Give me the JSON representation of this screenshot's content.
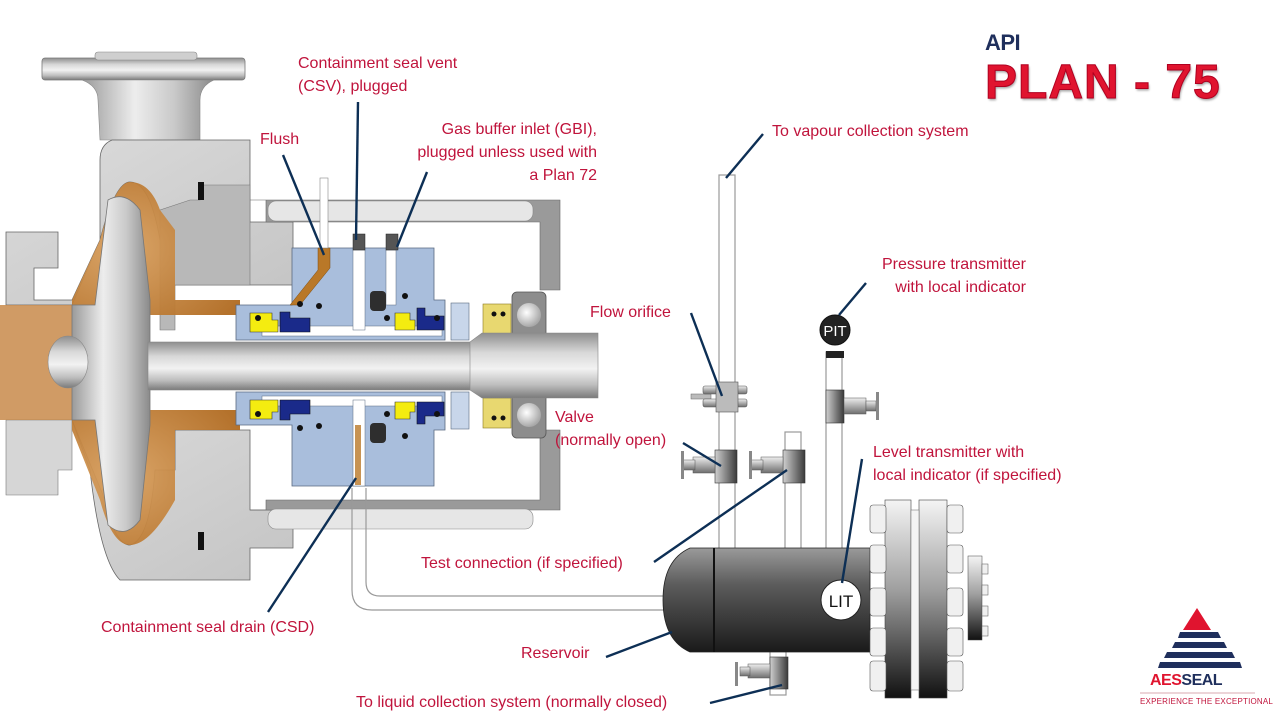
{
  "title": {
    "prefix": "API",
    "plan": "PLAN - 75"
  },
  "labels": {
    "csv_line1": "Containment seal vent",
    "csv_line2": "(CSV), plugged",
    "flush": "Flush",
    "gbi_line1": "Gas buffer inlet (GBI),",
    "gbi_line2": "plugged unless used with",
    "gbi_line3": "a Plan 72",
    "vapour": "To vapour collection system",
    "pit_line1": "Pressure transmitter",
    "pit_line2": "with local indicator",
    "flow_orifice": "Flow orifice",
    "valve_line1": "Valve",
    "valve_line2": "(normally open)",
    "lit_line1": "Level transmitter with",
    "lit_line2": "local indicator (if specified)",
    "test_connection": "Test connection (if specified)",
    "csd": "Containment seal drain (CSD)",
    "reservoir": "Reservoir",
    "liquid": "To liquid collection system (normally closed)"
  },
  "instruments": {
    "pit": "PIT",
    "lit": "LIT"
  },
  "logo": {
    "brand_part1": "AES",
    "brand_part2": "SEAL",
    "tagline": "EXPERIENCE THE EXCEPTIONAL"
  },
  "colors": {
    "label_red": "#c0143c",
    "title_red": "#e0142f",
    "navy": "#1f2f5c",
    "leader_line": "#0d2f55",
    "process_fluid": "#c8812e",
    "seal_blue": "#a9bedc",
    "seal_face_yellow": "#f4ec10",
    "seal_face_navy": "#1a2a8a"
  }
}
